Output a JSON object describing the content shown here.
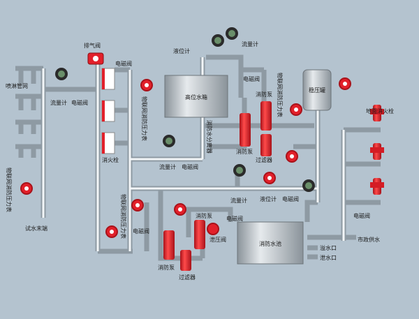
{
  "labels": {
    "spray_network": "喷淋管网",
    "exhaust_valve": "排气阀",
    "solenoid": "电磁阀",
    "flowmeter": "流量计",
    "level_meter": "液位计",
    "high_tank": "高位水箱",
    "surge_tank": "稳压罐",
    "fire_pump": "消防泵",
    "filter": "过滤器",
    "hydrant": "消火栓",
    "water_separator": "消防水分离器",
    "iot_gauge": "物联网消防压力表",
    "test_end": "试水末端",
    "ground_hydrant": "地面消火栓",
    "relief_valve": "泄压阀",
    "fire_pool": "消防水池",
    "municipal": "市政供水",
    "overflow": "溢水口",
    "drain": "泄水口"
  },
  "colors": {
    "background": "#b4c3cf",
    "pipe": "#8e9aa3",
    "pump_red": "#e2202a",
    "tank_grey": "#9ea7ad",
    "gauge_black": "#2b2b2b"
  }
}
